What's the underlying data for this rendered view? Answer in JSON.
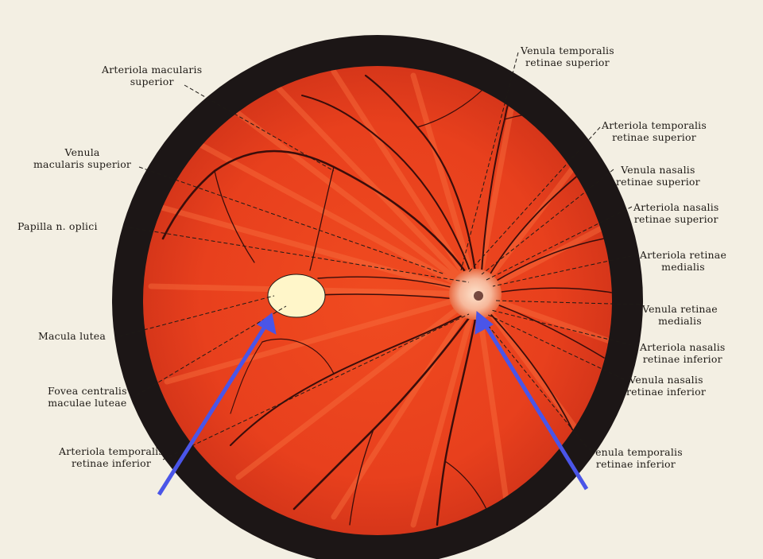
{
  "labels": {
    "arteriola_macularis_superior": [
      "Arteriola macularis",
      "superior"
    ],
    "venula_macularis_superior": [
      "Venula",
      "macularis superior"
    ],
    "papilla": [
      "Papilla n. oplici"
    ],
    "macula_lutea": [
      "Macula lutea"
    ],
    "fovea": [
      "Fovea centralis",
      "maculae luteae"
    ],
    "arteriola_temporalis_inferior": [
      "Arteriola temporalis",
      "retinae inferior"
    ],
    "venula_temporalis_superior": [
      "Venula temporalis",
      "retinae superior"
    ],
    "arteriola_temporalis_superior": [
      "Arteriola temporalis",
      "retinae superior"
    ],
    "venula_nasalis_superior": [
      "Venula nasalis",
      "retinae superior"
    ],
    "arteriola_nasalis_superior": [
      "Arteriola nasalis",
      "retinae superior"
    ],
    "arteriola_medialis": [
      "Arteriola retinae",
      "medialis"
    ],
    "venula_medialis": [
      "Venula retinae",
      "medialis"
    ],
    "arteriola_nasalis_inferior": [
      "Arteriola nasalis",
      "retinae inferior"
    ],
    "venula_nasalis_inferior": [
      "Venula nasalis",
      "retinae inferior"
    ],
    "venula_temporalis_inferior": [
      "Venula temporalis",
      "retinae inferior"
    ]
  },
  "colors": {
    "background": "#f3efe3",
    "fundus": "#e8401d",
    "rim": "#1c1616",
    "vessel": "#3a0d0a",
    "macula_marker": "#fff6c9",
    "arrow": "#4a55e8",
    "leader": "#1e1a16"
  }
}
